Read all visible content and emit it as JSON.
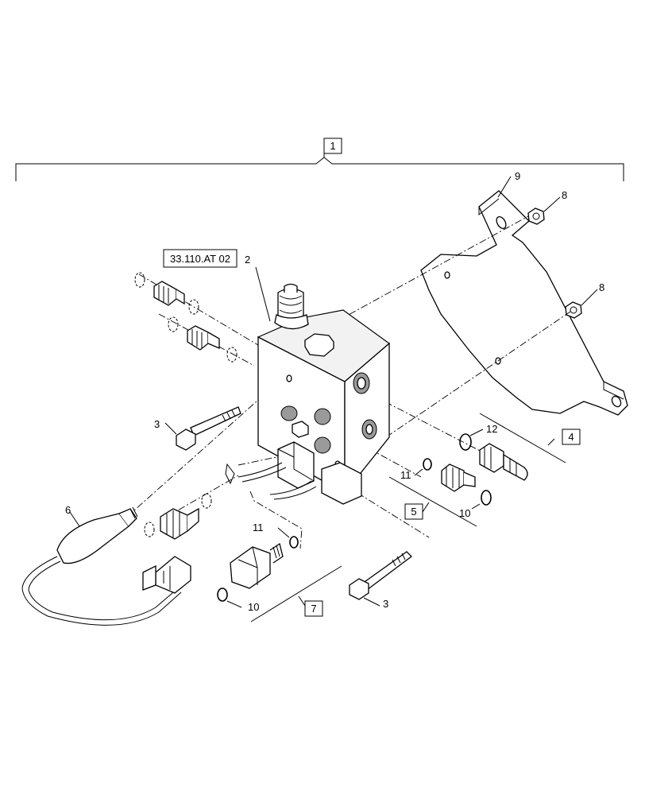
{
  "callouts": {
    "kit_1": "1",
    "kit_4": "4",
    "kit_5": "5",
    "kit_7": "7",
    "ref_box": "33.110.AT 02",
    "valve_2": "2",
    "bolt_3a": "3",
    "bolt_3b": "3",
    "switch_6": "6",
    "nut_8a": "8",
    "nut_8b": "8",
    "bracket_9": "9",
    "oring_10a": "10",
    "oring_10b": "10",
    "oring_11a": "11",
    "oring_11b": "11",
    "oring_12": "12"
  }
}
